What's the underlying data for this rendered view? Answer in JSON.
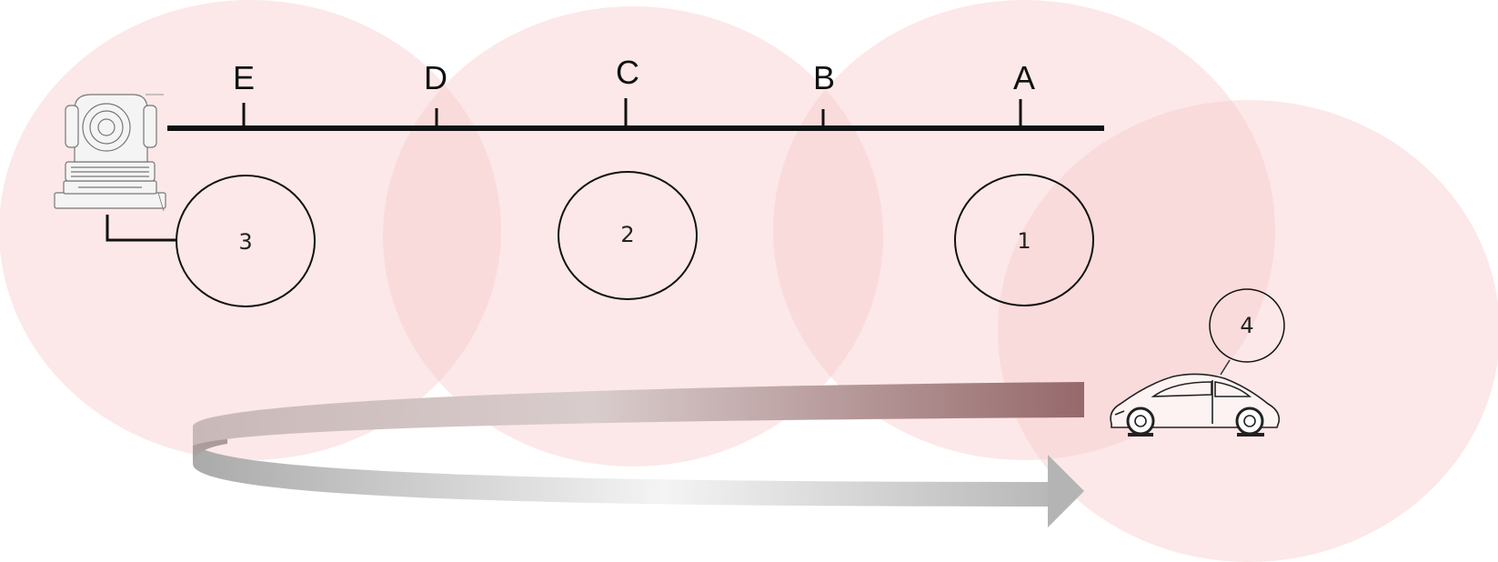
{
  "colors": {
    "zone_fill": "#f8c8c8",
    "line": "#111111",
    "arrow_dark": "#96696b",
    "arrow_light": "#bfbfbf"
  },
  "ruler": {
    "ticks": [
      {
        "id": "E",
        "label": "E"
      },
      {
        "id": "D",
        "label": "D"
      },
      {
        "id": "C",
        "label": "C"
      },
      {
        "id": "B",
        "label": "B"
      },
      {
        "id": "A",
        "label": "A"
      }
    ]
  },
  "nodes": [
    {
      "id": "3",
      "label": "3"
    },
    {
      "id": "2",
      "label": "2"
    },
    {
      "id": "1",
      "label": "1"
    },
    {
      "id": "4",
      "label": "4"
    }
  ],
  "icons": {
    "camera": "ptz-camera-icon",
    "car": "car-icon"
  }
}
